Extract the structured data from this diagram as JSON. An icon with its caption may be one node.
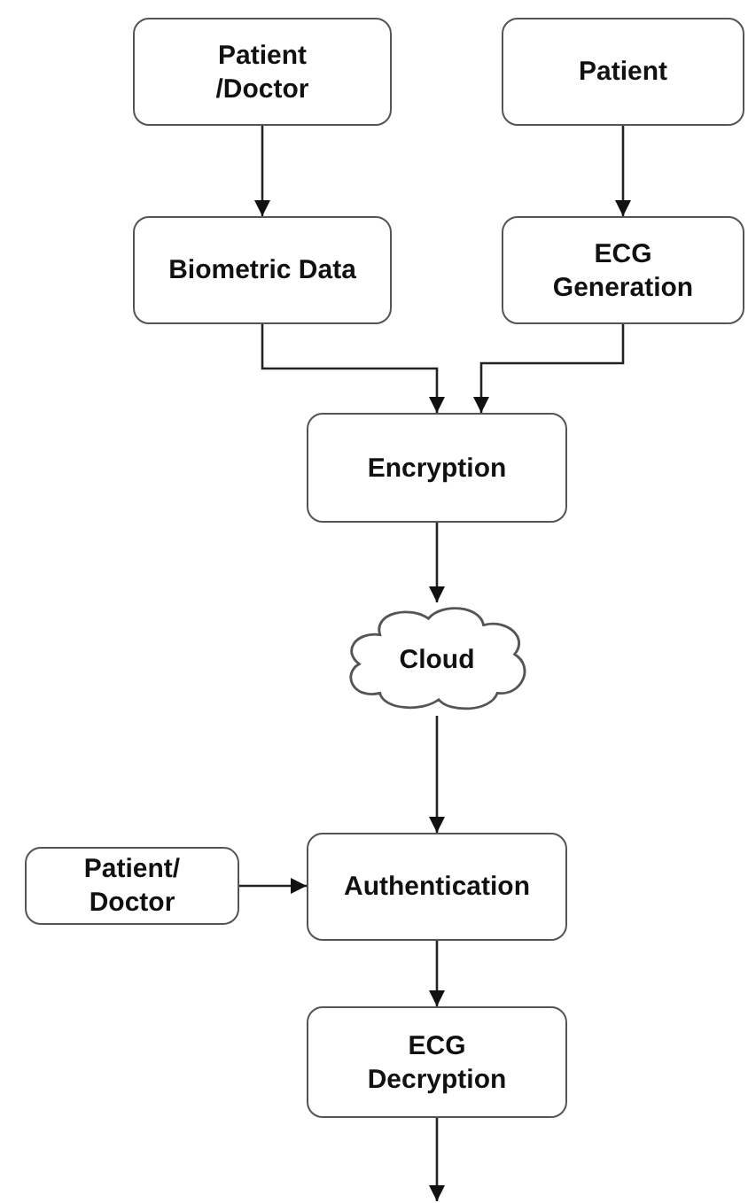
{
  "diagram": {
    "nodes": [
      {
        "text": [
          "Patient /Doctor"
        ]
      },
      {
        "text": [
          "Patient"
        ]
      },
      {
        "text": [
          "Biometric Data"
        ]
      },
      {
        "text": [
          "ECG Generation"
        ]
      },
      {
        "text": [
          "Encryption"
        ]
      },
      {
        "text": [
          "Cloud"
        ]
      },
      {
        "text": [
          "Patient/ Doctor"
        ]
      },
      {
        "text": [
          "Authentication"
        ]
      },
      {
        "text": [
          "ECG Decryption"
        ]
      }
    ],
    "edges": [
      {
        "from": 0,
        "to": 2,
        "arrow": "to"
      },
      {
        "from": 1,
        "to": 3,
        "arrow": "to"
      },
      {
        "from": 2,
        "to": 4,
        "arrow": "to"
      },
      {
        "from": 3,
        "to": 4,
        "arrow": "to"
      },
      {
        "from": 4,
        "to": 5,
        "arrow": "to"
      },
      {
        "from": 5,
        "to": 7,
        "arrow": "to"
      },
      {
        "from": 6,
        "to": 7,
        "arrow": "to"
      },
      {
        "from": 7,
        "to": 8,
        "arrow": "to"
      },
      {
        "from": 8,
        "to": null,
        "arrow": "to"
      }
    ]
  }
}
